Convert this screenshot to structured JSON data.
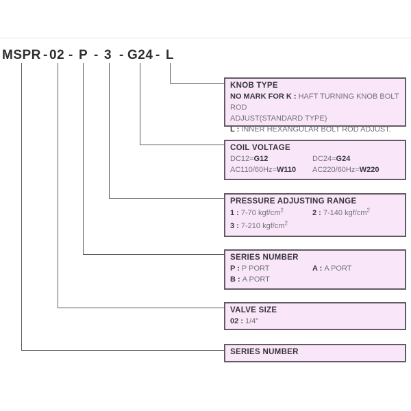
{
  "model_code": {
    "segments": [
      "MSPR",
      "02",
      "P",
      "3",
      "G24",
      "L"
    ],
    "separator": "-"
  },
  "boxes": {
    "knob": {
      "title": "KNOB TYPE",
      "line1_bold": "NO MARK FOR K : ",
      "line1_rest": "HAFT TURNING KNOB BOLT ROD",
      "line2": "ADJUST(STANDARD TYPE)",
      "line3_bold": "L : ",
      "line3_rest": "INNER HEXANGULAR BOLT ROD ADJUST."
    },
    "coil": {
      "title": "COIL VOLTAGE",
      "cells": [
        {
          "plain": "DC12=",
          "bold": "G12"
        },
        {
          "plain": "DC24=",
          "bold": "G24"
        },
        {
          "plain": "AC110/60Hz=",
          "bold": "W110"
        },
        {
          "plain": "AC220/60Hz=",
          "bold": "W220"
        }
      ]
    },
    "pressure": {
      "title": "PRESSURE ADJUSTING RANGE",
      "items": [
        {
          "key": "1 : ",
          "value": "7-70 kgf/cm",
          "sup": "2"
        },
        {
          "key": "2 : ",
          "value": "7-140 kgf/cm",
          "sup": "2"
        },
        {
          "key": "3 : ",
          "value": "7-210 kgf/cm",
          "sup": "2"
        }
      ]
    },
    "series": {
      "title": "SERIES NUMBER",
      "items": [
        {
          "key": "P : ",
          "value": "P PORT"
        },
        {
          "key": "A : ",
          "value": "A PORT"
        },
        {
          "key": "B : ",
          "value": "A PORT"
        }
      ]
    },
    "valve": {
      "title": "VALVE SIZE",
      "key": "02 : ",
      "value": "1/4\""
    },
    "series_bottom": {
      "title": "SERIES NUMBER"
    }
  },
  "colors": {
    "box_fill": "#f9e6f8",
    "box_border": "#615a63",
    "connector": "#58585a",
    "title_text": "#2f2f31"
  }
}
